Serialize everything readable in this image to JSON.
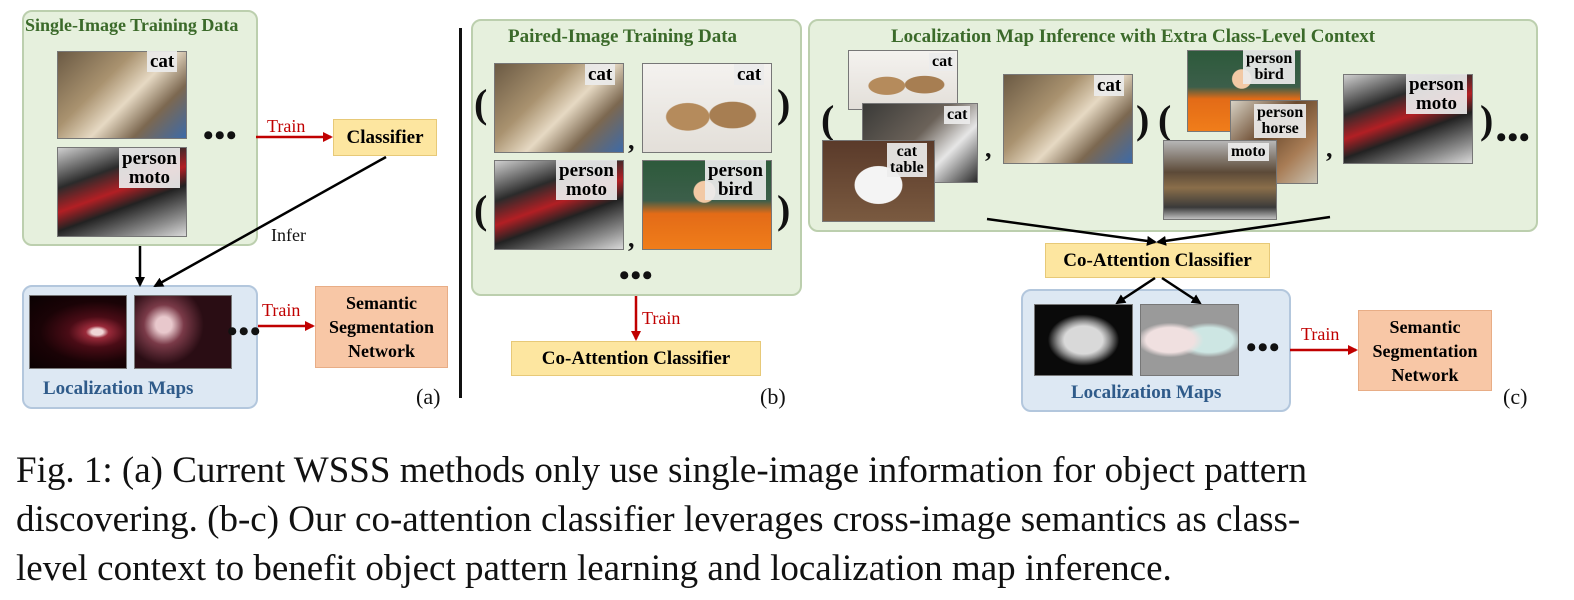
{
  "panel_a": {
    "title": "Single-Image Training Data",
    "tags": [
      "cat",
      "person\nmoto"
    ],
    "dots": "•••",
    "train_label": "Train",
    "classifier": "Classifier",
    "infer_label": "Infer",
    "loc_title": "Localization Maps",
    "loc_dots": "•••",
    "train_label2": "Train",
    "seg_net": "Semantic\nSegmentation\nNetwork",
    "letter": "(a)"
  },
  "panel_b": {
    "title": "Paired-Image Training Data",
    "tags": [
      "cat",
      "cat",
      "person\nmoto",
      "person\nbird"
    ],
    "paren_open": "(",
    "paren_close": ")",
    "comma": ",",
    "dots": "•••",
    "train_label": "Train",
    "classifier": "Co-Attention Classifier",
    "letter": "(b)"
  },
  "panel_c": {
    "title": "Localization Map Inference with Extra Class-Level Context",
    "tags": [
      "cat",
      "cat",
      "cat\ntable",
      "cat",
      "person\nbird",
      "person\nhorse",
      "moto",
      "person\nmoto"
    ],
    "paren_open": "(",
    "paren_close": ")",
    "comma": ",",
    "dots": "•••",
    "classifier": "Co-Attention Classifier",
    "loc_title": "Localization Maps",
    "loc_dots": "•••",
    "train_label": "Train",
    "seg_net": "Semantic\nSegmentation\nNetwork",
    "letter": "(c)"
  },
  "caption": {
    "line1": "Fig. 1: (a) Current WSSS methods only use single-image information for object pattern",
    "line2": "discovering. (b-c) Our co-attention classifier leverages cross-image semantics as class-",
    "line3": "level context to benefit object pattern learning and localization map inference."
  },
  "colors": {
    "green_panel": "#e6f0dd",
    "blue_panel": "#dde8f3",
    "classifier_box": "#fde6a0",
    "segnet_box": "#f8c7a6",
    "train_arrow": "#c00000"
  }
}
